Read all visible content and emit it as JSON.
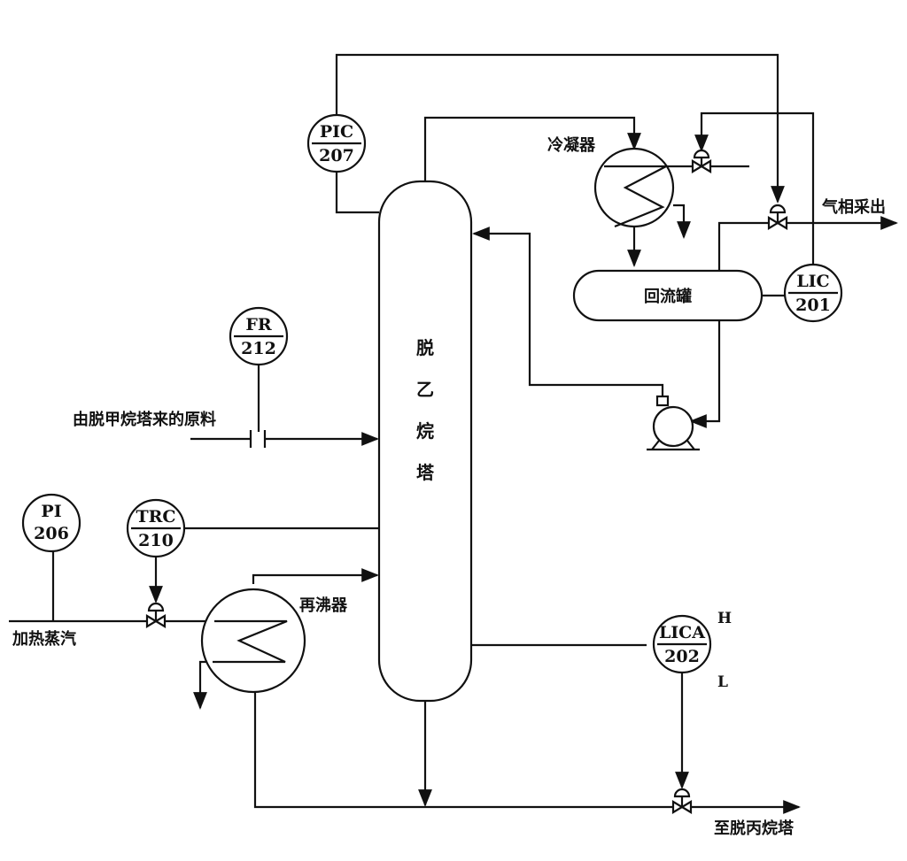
{
  "column": {
    "chars": [
      "脱",
      "乙",
      "烷",
      "塔"
    ]
  },
  "labels": {
    "condenser": "冷凝器",
    "reflux_drum": "回流罐",
    "vapor_product": "气相采出",
    "feed": "由脱甲烷塔来的原料",
    "steam": "加热蒸汽",
    "reboiler": "再沸器",
    "to_depropanizer": "至脱丙烷塔"
  },
  "instruments": {
    "pic207": {
      "tag": "PIC",
      "num": "207"
    },
    "fr212": {
      "tag": "FR",
      "num": "212"
    },
    "pi206": {
      "tag": "PI",
      "num": "206"
    },
    "trc210": {
      "tag": "TRC",
      "num": "210"
    },
    "lic201": {
      "tag": "LIC",
      "num": "201"
    },
    "lica202": {
      "tag": "LICA",
      "num": "202",
      "high": "H",
      "low": "L"
    }
  }
}
